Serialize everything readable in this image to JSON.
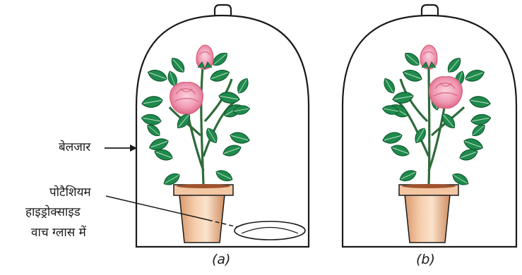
{
  "labels": {
    "bell_jar": "बेलजार",
    "koh_line1": "पोटैशियम",
    "koh_line2": "हाइड्रोक्साइड",
    "koh_line3": "वाच ग्लास में"
  },
  "captions": {
    "a": "(a)",
    "b": "(b)"
  },
  "colors": {
    "outline": "#1a1a1a",
    "leaf": "#1f8a4c",
    "leaf_dark": "#0f5a2f",
    "stem": "#2e6b3a",
    "rose": "#f2a0b8",
    "rose_dark": "#d9647f",
    "pot": "#e8b48f",
    "pot_rim": "#d99a70",
    "soil": "#a0522d"
  }
}
